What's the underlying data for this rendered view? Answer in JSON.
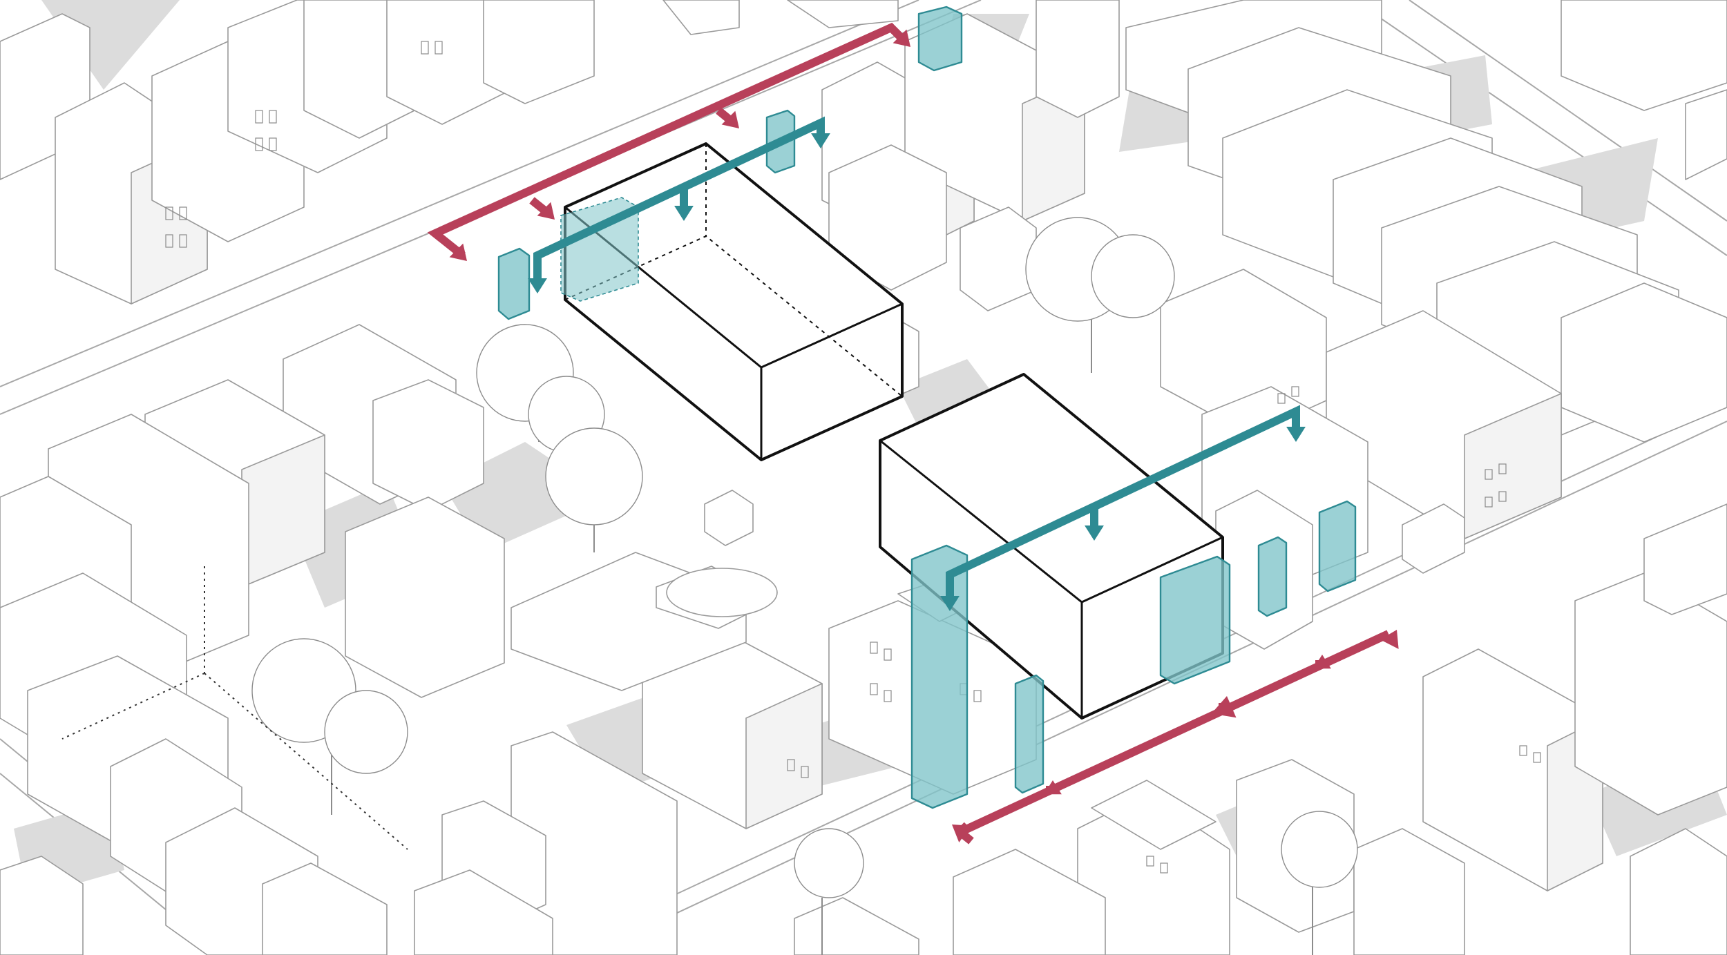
{
  "colors": {
    "context_outline": "#9a9a9a",
    "shadow": "#dcdcdc",
    "massing_outline": "#111111",
    "accent_teal": "#2e8b93",
    "accent_teal_fill": "#7fc4c9",
    "accent_red": "#b8405a"
  },
  "icons": {
    "red_arrow": "street-circulation-arrow",
    "teal_arrow": "facade-connection-arrow",
    "teal_bay": "bay-window-highlight"
  }
}
